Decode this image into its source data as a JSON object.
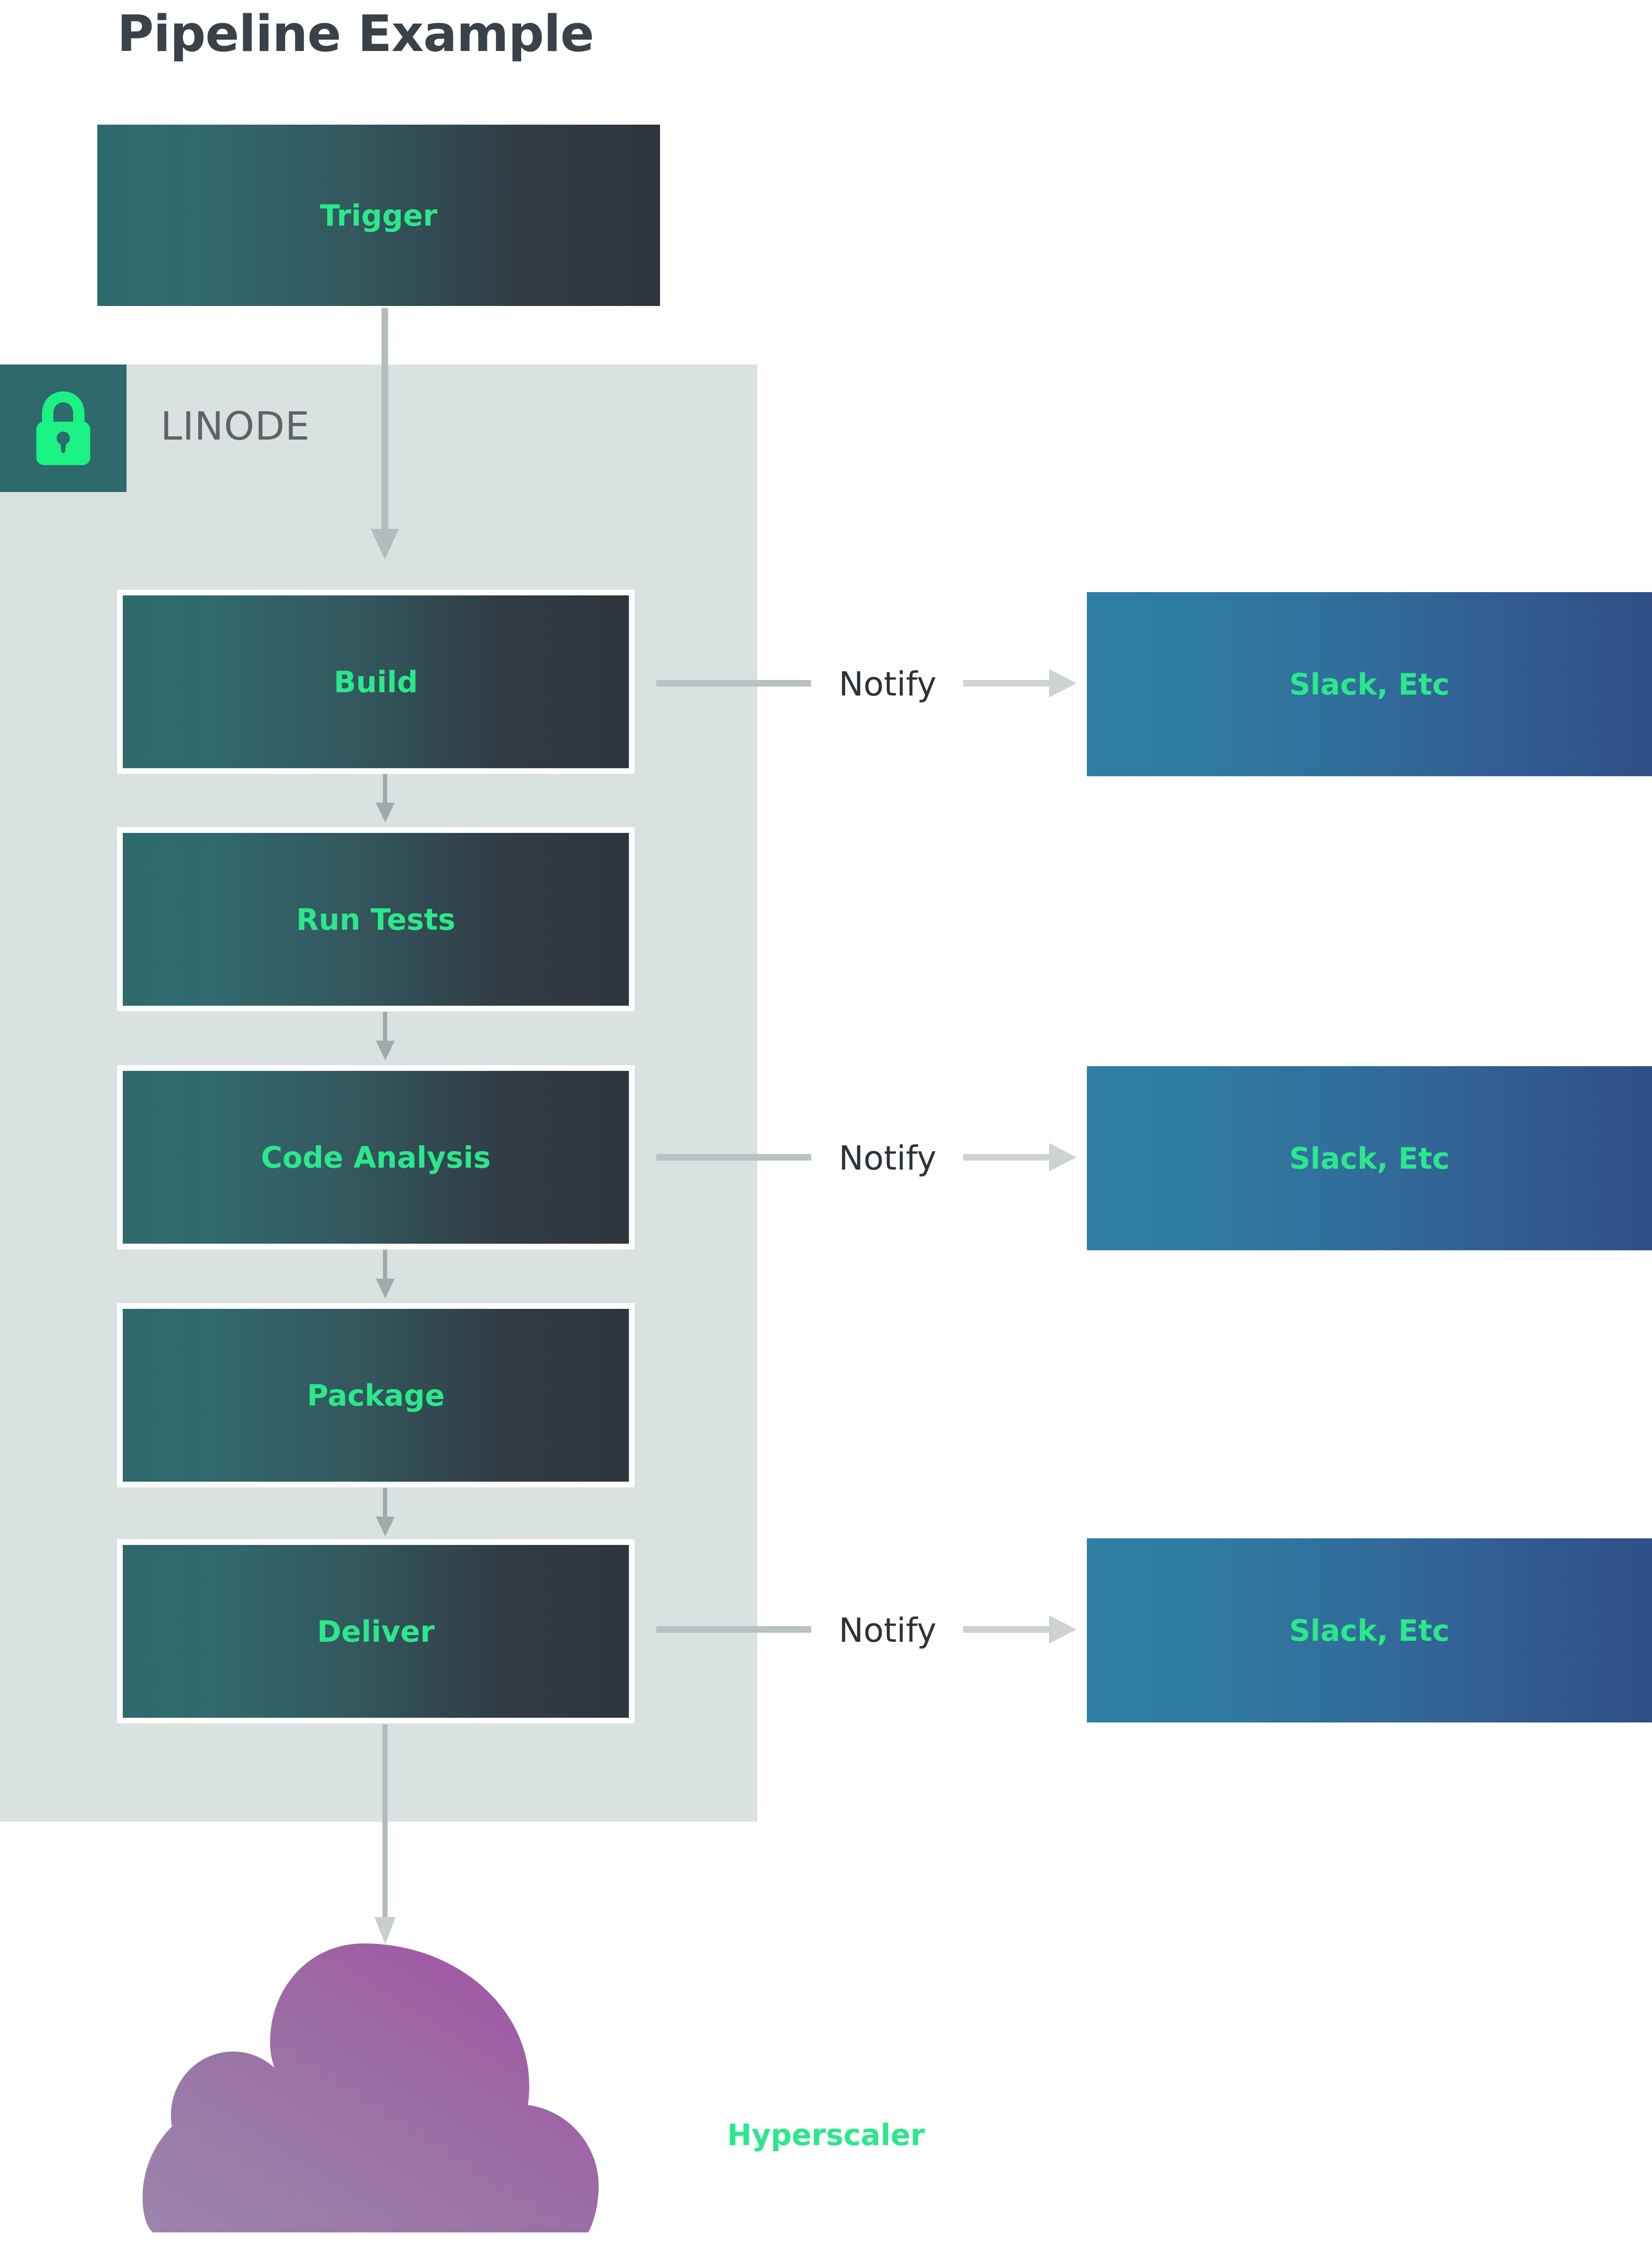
{
  "title": "Pipeline Example",
  "zone": {
    "label": "LINODE",
    "icon": "lock-icon",
    "badge_color": "#2e6a6b",
    "panel_color": "#d9e2e0"
  },
  "colors": {
    "accent_green": "#2ae88b",
    "node_gradient_start": "#2e6a6b",
    "node_gradient_end": "#2e353d",
    "notify_gradient_start": "#2e7fa3",
    "notify_gradient_end": "#2f4f86",
    "cloud_gradient_start": "#9b82a8",
    "cloud_gradient_end": "#a14fa0",
    "arrow_color": "#b3bdbd",
    "title_color": "#3a4148",
    "label_color": "#5e6366"
  },
  "nodes": {
    "trigger": {
      "label": "Trigger"
    },
    "build": {
      "label": "Build"
    },
    "run_tests": {
      "label": "Run Tests"
    },
    "code_analysis": {
      "label": "Code Analysis"
    },
    "package": {
      "label": "Package"
    },
    "deliver": {
      "label": "Deliver"
    },
    "hyperscaler": {
      "label": "Hyperscaler"
    }
  },
  "notifications": [
    {
      "edge_label": "Notify",
      "target_label": "Slack, Etc",
      "source": "Build"
    },
    {
      "edge_label": "Notify",
      "target_label": "Slack, Etc",
      "source": "Code Analysis"
    },
    {
      "edge_label": "Notify",
      "target_label": "Slack, Etc",
      "source": "Deliver"
    }
  ],
  "flow": [
    "Trigger",
    "Build",
    "Run Tests",
    "Code Analysis",
    "Package",
    "Deliver",
    "Hyperscaler"
  ]
}
